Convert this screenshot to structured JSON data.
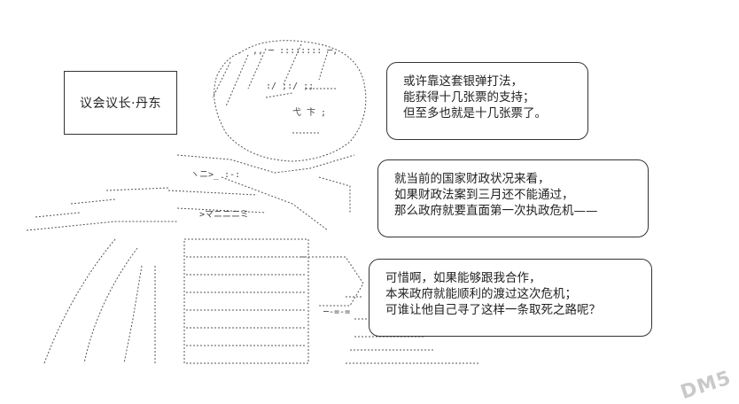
{
  "name_label": "议会议长·丹东",
  "bubbles": [
    {
      "lines": [
        "或许靠这套银弹打法，",
        "能获得十几张票的支持；",
        "但至多也就是十几张票了。"
      ]
    },
    {
      "lines": [
        "就当前的国家财政状况来看，",
        "如果财政法案到三月还不能通过，",
        "那么政府就要直面第一次执政危机——"
      ]
    },
    {
      "lines": [
        "可惜啊，如果能够跟我合作，",
        "本来政府就能顺利的渡过这次危机；",
        "可谁让他自己寻了这样一条取死之路呢？"
      ]
    }
  ],
  "watermark": "DM5",
  "colors": {
    "ink": "#222222",
    "watermark": "#c9c9c9"
  }
}
